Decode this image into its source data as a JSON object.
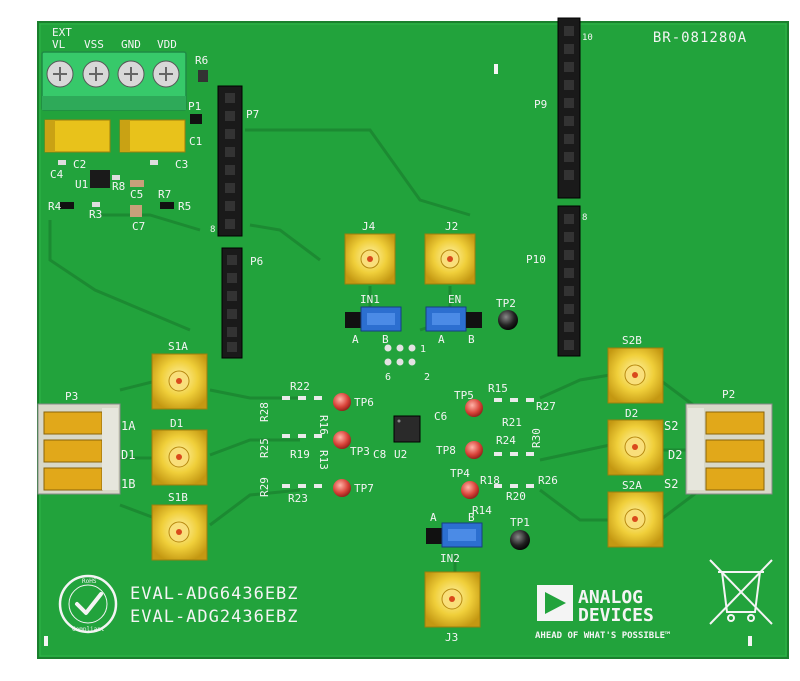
{
  "board": {
    "part_number": "BR-081280A",
    "model_line_1": "EVAL-ADG6436EBZ",
    "model_line_2": "EVAL-ADG2436EBZ",
    "logo_line_1": "ANALOG",
    "logo_line_2": "DEVICES",
    "tagline": "AHEAD OF WHAT'S POSSIBLE™",
    "colors": {
      "pcb": "#22a33c",
      "silk": "#f4f4f4",
      "connector": "#e6c21e",
      "header": "#1a1a1a",
      "jumper": "#2c6fd0",
      "terminal": "#37c96a"
    }
  },
  "power_terminal": {
    "label_ext": "EXT",
    "pins": [
      "VL",
      "VSS",
      "GND",
      "VDD"
    ]
  },
  "connectors": {
    "sma": [
      {
        "ref": "J4"
      },
      {
        "ref": "J2"
      },
      {
        "ref": "S1A"
      },
      {
        "ref": "D1"
      },
      {
        "ref": "S1B"
      },
      {
        "ref": "S2B"
      },
      {
        "ref": "D2"
      },
      {
        "ref": "S2A"
      },
      {
        "ref": "J3"
      }
    ],
    "headers": {
      "p7": "P7",
      "p6": "P6",
      "p9": "P9",
      "p10": "P10",
      "p1": "P1",
      "p9_pin": "10",
      "p10_pin": "8",
      "p7_pin": "8"
    },
    "terminals": {
      "p3": "P3",
      "p3_labels": [
        "1A",
        "D1",
        "1B"
      ],
      "p2": "P2",
      "p2_labels": [
        "S2",
        "D2",
        "S2"
      ]
    }
  },
  "jumpers": {
    "in1": {
      "label": "IN1",
      "a": "A",
      "b": "B"
    },
    "en": {
      "label": "EN",
      "a": "A",
      "b": "B"
    },
    "in2": {
      "label": "IN2",
      "a": "A",
      "b": "B"
    }
  },
  "test_points": {
    "tp1": "TP1",
    "tp2": "TP2",
    "tp3": "TP3",
    "tp4": "TP4",
    "tp5": "TP5",
    "tp6": "TP6",
    "tp7": "TP7",
    "tp8": "TP8"
  },
  "components": {
    "u1": "U1",
    "u2": "U2",
    "c1": "C1",
    "c2": "C2",
    "c3": "C3",
    "c4": "C4",
    "c5": "C5",
    "c6": "C6",
    "c7": "C7",
    "c8": "C8",
    "r3": "R3",
    "r4": "R4",
    "r5": "R5",
    "r6": "R6",
    "r7": "R7",
    "r8": "R8",
    "r13": "R13",
    "r14": "R14",
    "r15": "R15",
    "r16": "R16",
    "r18": "R18",
    "r19": "R19",
    "r20": "R20",
    "r21": "R21",
    "r22": "R22",
    "r23": "R23",
    "r24": "R24",
    "r25": "R25",
    "r26": "R26",
    "r27": "R27",
    "r28": "R28",
    "r29": "R29",
    "r30": "R30"
  },
  "pad_grid": {
    "n1": "1",
    "n2": "2",
    "n6": "6"
  },
  "rohs": {
    "line_1": "RoHS",
    "line_2": "Compliant"
  }
}
